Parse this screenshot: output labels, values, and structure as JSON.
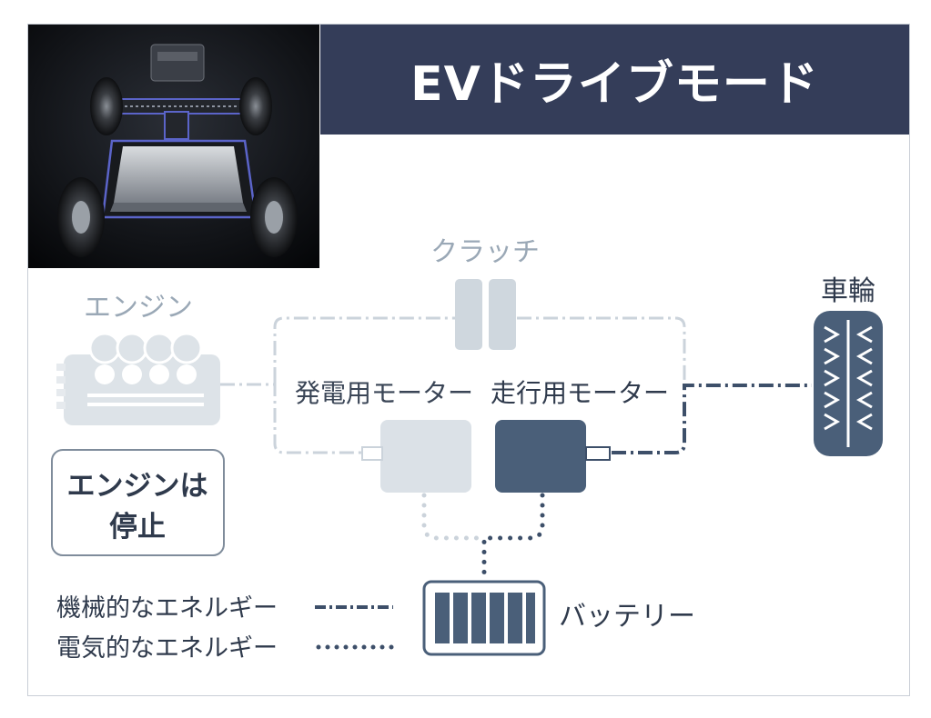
{
  "title": "EVドライブモード",
  "labels": {
    "clutch": "クラッチ",
    "engine": "エンジン",
    "generator_motor": "発電用モーター",
    "drive_motor": "走行用モーター",
    "wheel": "車輪",
    "battery": "バッテリー",
    "engine_stopped_line1": "エンジンは",
    "engine_stopped_line2": "停止"
  },
  "legend": {
    "mechanical": "機械的なエネルギー",
    "electrical": "電気的なエネルギー"
  },
  "colors": {
    "banner": "#343d59",
    "active": "#4a5f79",
    "inactive": "#cfd7de",
    "text": "#2f3a4c"
  },
  "icons": [
    "vehicle-chassis-photo",
    "engine-icon",
    "clutch-icon",
    "motor-icon",
    "wheel-icon",
    "battery-icon"
  ]
}
